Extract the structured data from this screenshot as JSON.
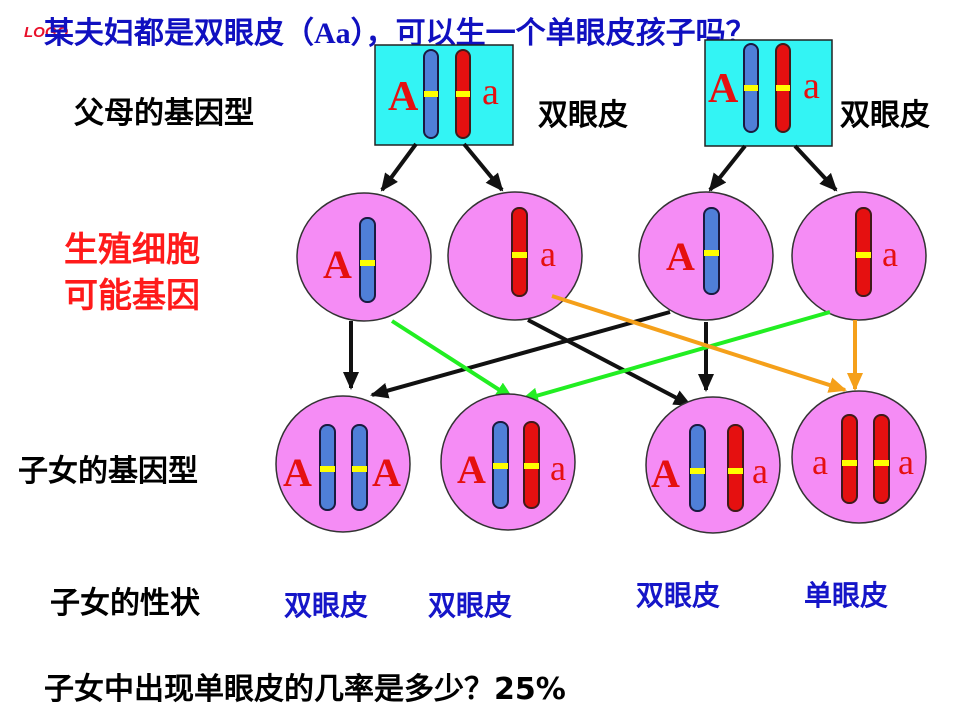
{
  "title": {
    "part1": "某夫妇都是双眼皮（",
    "genotype": "Aa",
    "part2": "），可以生一个单眼皮孩子吗？"
  },
  "logo_text": "LOGO",
  "row_labels": {
    "parents": "父母的基因型",
    "gametes_line1": "生殖细胞",
    "gametes_line2": "可能基因",
    "offspring": "子女的基因型",
    "traits": "子女的性状"
  },
  "parents": [
    {
      "alleles": [
        "A",
        "a"
      ],
      "phenotype": "双眼皮"
    },
    {
      "alleles": [
        "A",
        "a"
      ],
      "phenotype": "双眼皮"
    }
  ],
  "gametes": [
    {
      "allele": "A"
    },
    {
      "allele": "a"
    },
    {
      "allele": "A"
    },
    {
      "allele": "a"
    }
  ],
  "offspring": [
    {
      "alleles": [
        "A",
        "A"
      ],
      "trait": "双眼皮"
    },
    {
      "alleles": [
        "A",
        "a"
      ],
      "trait": "双眼皮"
    },
    {
      "alleles": [
        "A",
        "a"
      ],
      "trait": "双眼皮"
    },
    {
      "alleles": [
        "a",
        "a"
      ],
      "trait": "单眼皮"
    }
  ],
  "question": "子女中出现单眼皮的几率是多少？25%",
  "colors": {
    "title_blue": "#1010c0",
    "trait_blue": "#1515c8",
    "red_label": "#ff1a1a",
    "cell_fill": "#f58cf5",
    "parent_box": "#33f4f4",
    "chromosome_dominant": "#4f7fd8",
    "chromosome_recessive": "#e51010",
    "gene_band": "#ffff00",
    "arrow_green": "#22ee22",
    "arrow_orange": "#f5a01a",
    "arrow_black": "#111111"
  }
}
